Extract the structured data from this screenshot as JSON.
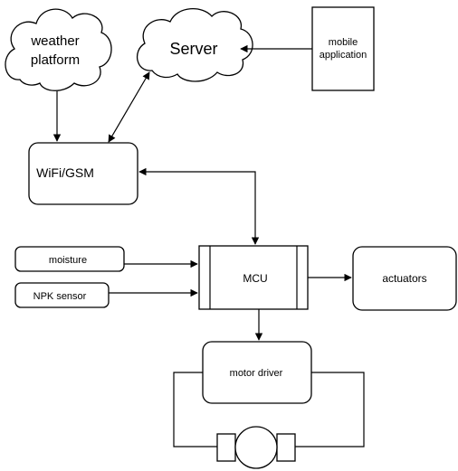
{
  "nodes": {
    "weather": {
      "line1": "weather",
      "line2": "platform"
    },
    "server": "Server",
    "mobile": {
      "line1": "mobile",
      "line2": "application"
    },
    "wifi": "WiFi/GSM",
    "moisture": "moisture",
    "npk": "NPK  sensor",
    "mcu": "MCU",
    "actuators": "actuators",
    "motor_driver": "motor driver"
  }
}
